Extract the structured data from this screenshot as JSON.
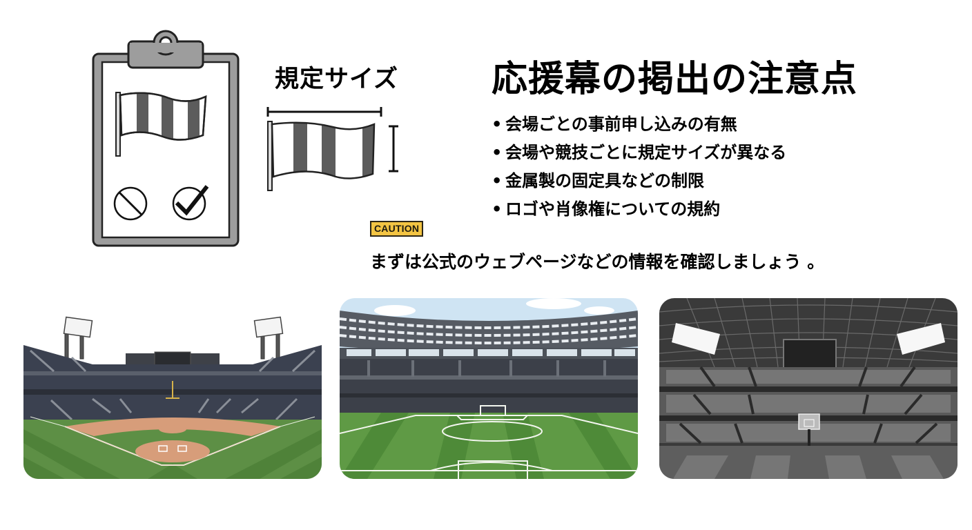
{
  "title": "応援幕の掲出の注意点",
  "size_illustration": {
    "label": "規定サイズ",
    "icon": "flag-with-dimensions-icon"
  },
  "clipboard": {
    "icon": "clipboard-icon",
    "flag_icon": "striped-flag-icon",
    "prohibited_icon": "prohibited-circle-icon",
    "approved_icon": "check-circle-icon"
  },
  "bullets": [
    {
      "marker": "•",
      "text": "会場ごとの事前申し込みの有無"
    },
    {
      "marker": "•",
      "text": "会場や競技ごとに規定サイズが異なる"
    },
    {
      "marker": "•",
      "text": "金属製の固定具などの制限"
    },
    {
      "marker": "•",
      "text": "ロゴや肖像権についての規約"
    }
  ],
  "caution": {
    "badge": "CAUTION",
    "color": "#f3c443",
    "note": "まずは公式のウェブページなどの情報を確認しましょう 。"
  },
  "stadiums": [
    {
      "type": "baseball",
      "icon": "baseball-stadium-illustration"
    },
    {
      "type": "soccer",
      "icon": "soccer-stadium-illustration"
    },
    {
      "type": "basketball",
      "icon": "basketball-arena-illustration"
    }
  ],
  "colors": {
    "grass_light": "#6a9c4d",
    "grass_dark": "#4f8239",
    "infield_dirt": "#d79d7a",
    "seat_dark": "#3b4150",
    "arena_gray": "#4a4a4a",
    "sky": "#cfe4f3"
  }
}
